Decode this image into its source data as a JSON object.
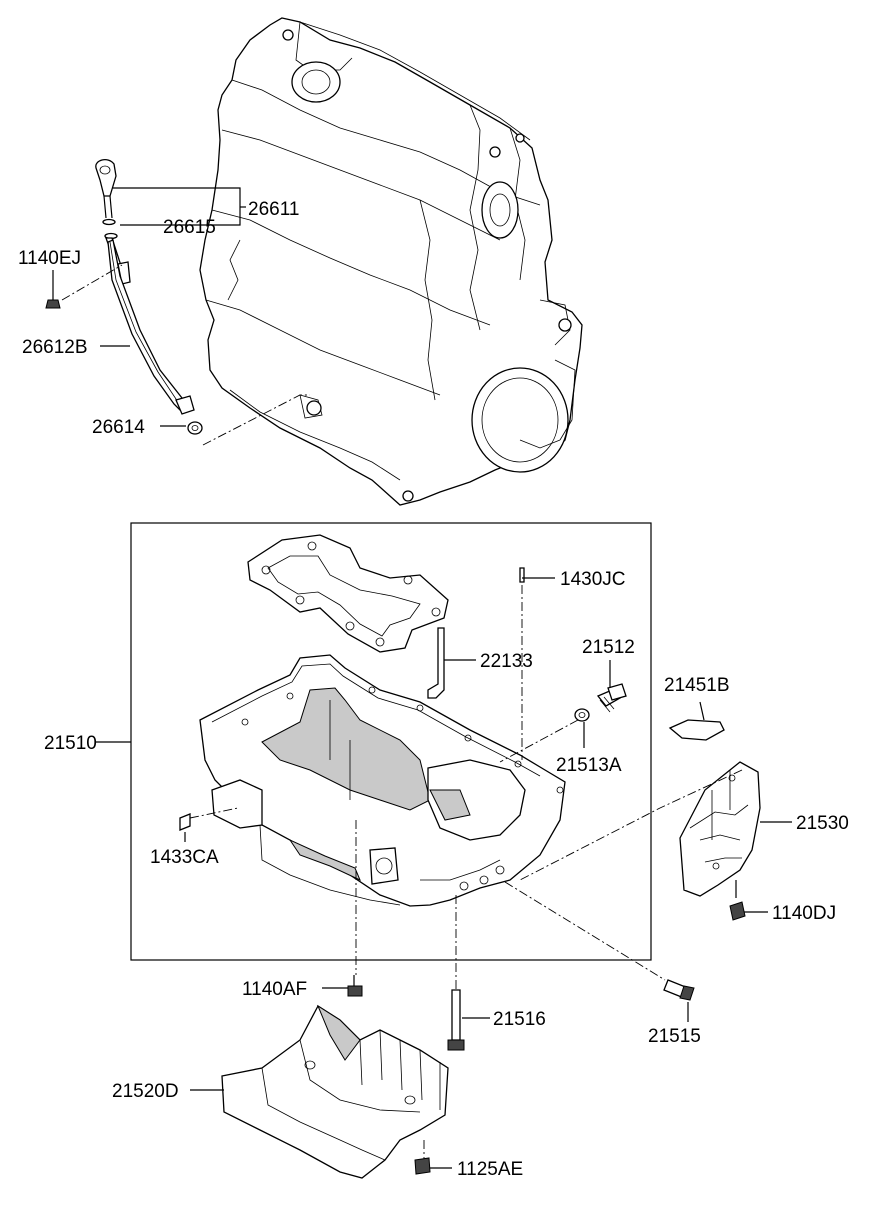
{
  "diagram": {
    "labels": {
      "p26611": "26611",
      "p26615": "26615",
      "p1140EJ": "1140EJ",
      "p26612B": "26612B",
      "p26614": "26614",
      "p1430JC": "1430JC",
      "p22133": "22133",
      "p21512": "21512",
      "p21451B": "21451B",
      "p21510": "21510",
      "p21513A": "21513A",
      "p21530": "21530",
      "p1433CA": "1433CA",
      "p1140DJ": "1140DJ",
      "p1140AF": "1140AF",
      "p21516": "21516",
      "p21515": "21515",
      "p21520D": "21520D",
      "p1125AE": "1125AE"
    }
  }
}
